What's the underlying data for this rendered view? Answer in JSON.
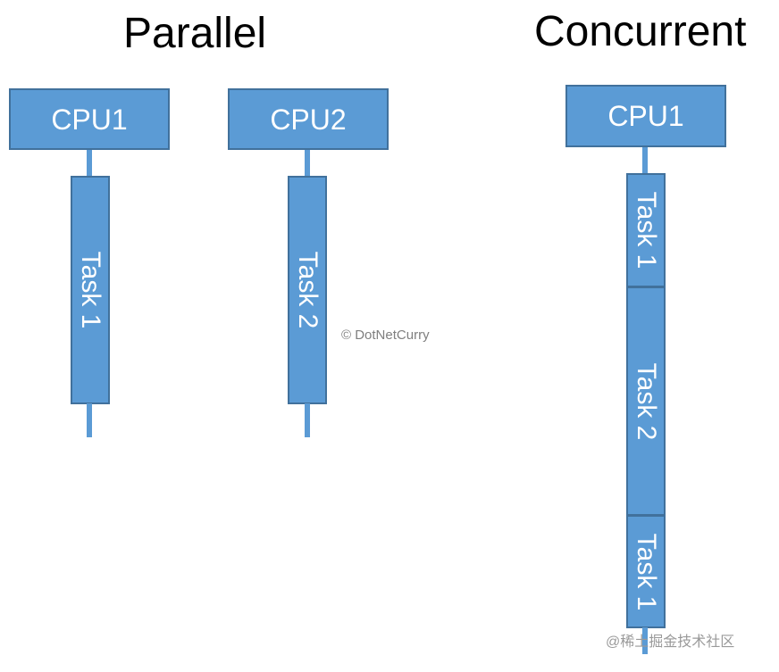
{
  "parallel": {
    "title": "Parallel",
    "cpus": [
      {
        "label": "CPU1",
        "task": "Task 1"
      },
      {
        "label": "CPU2",
        "task": "Task 2"
      }
    ]
  },
  "concurrent": {
    "title": "Concurrent",
    "cpu": {
      "label": "CPU1"
    },
    "tasks": [
      "Task 1",
      "Task 2",
      "Task 1"
    ]
  },
  "watermarks": {
    "center": "© DotNetCurry",
    "corner": "@稀土掘金技术社区"
  },
  "colors": {
    "box_fill": "#5b9bd5",
    "box_border": "#41719c",
    "text_on_box": "#ffffff",
    "heading_text": "#000000"
  }
}
